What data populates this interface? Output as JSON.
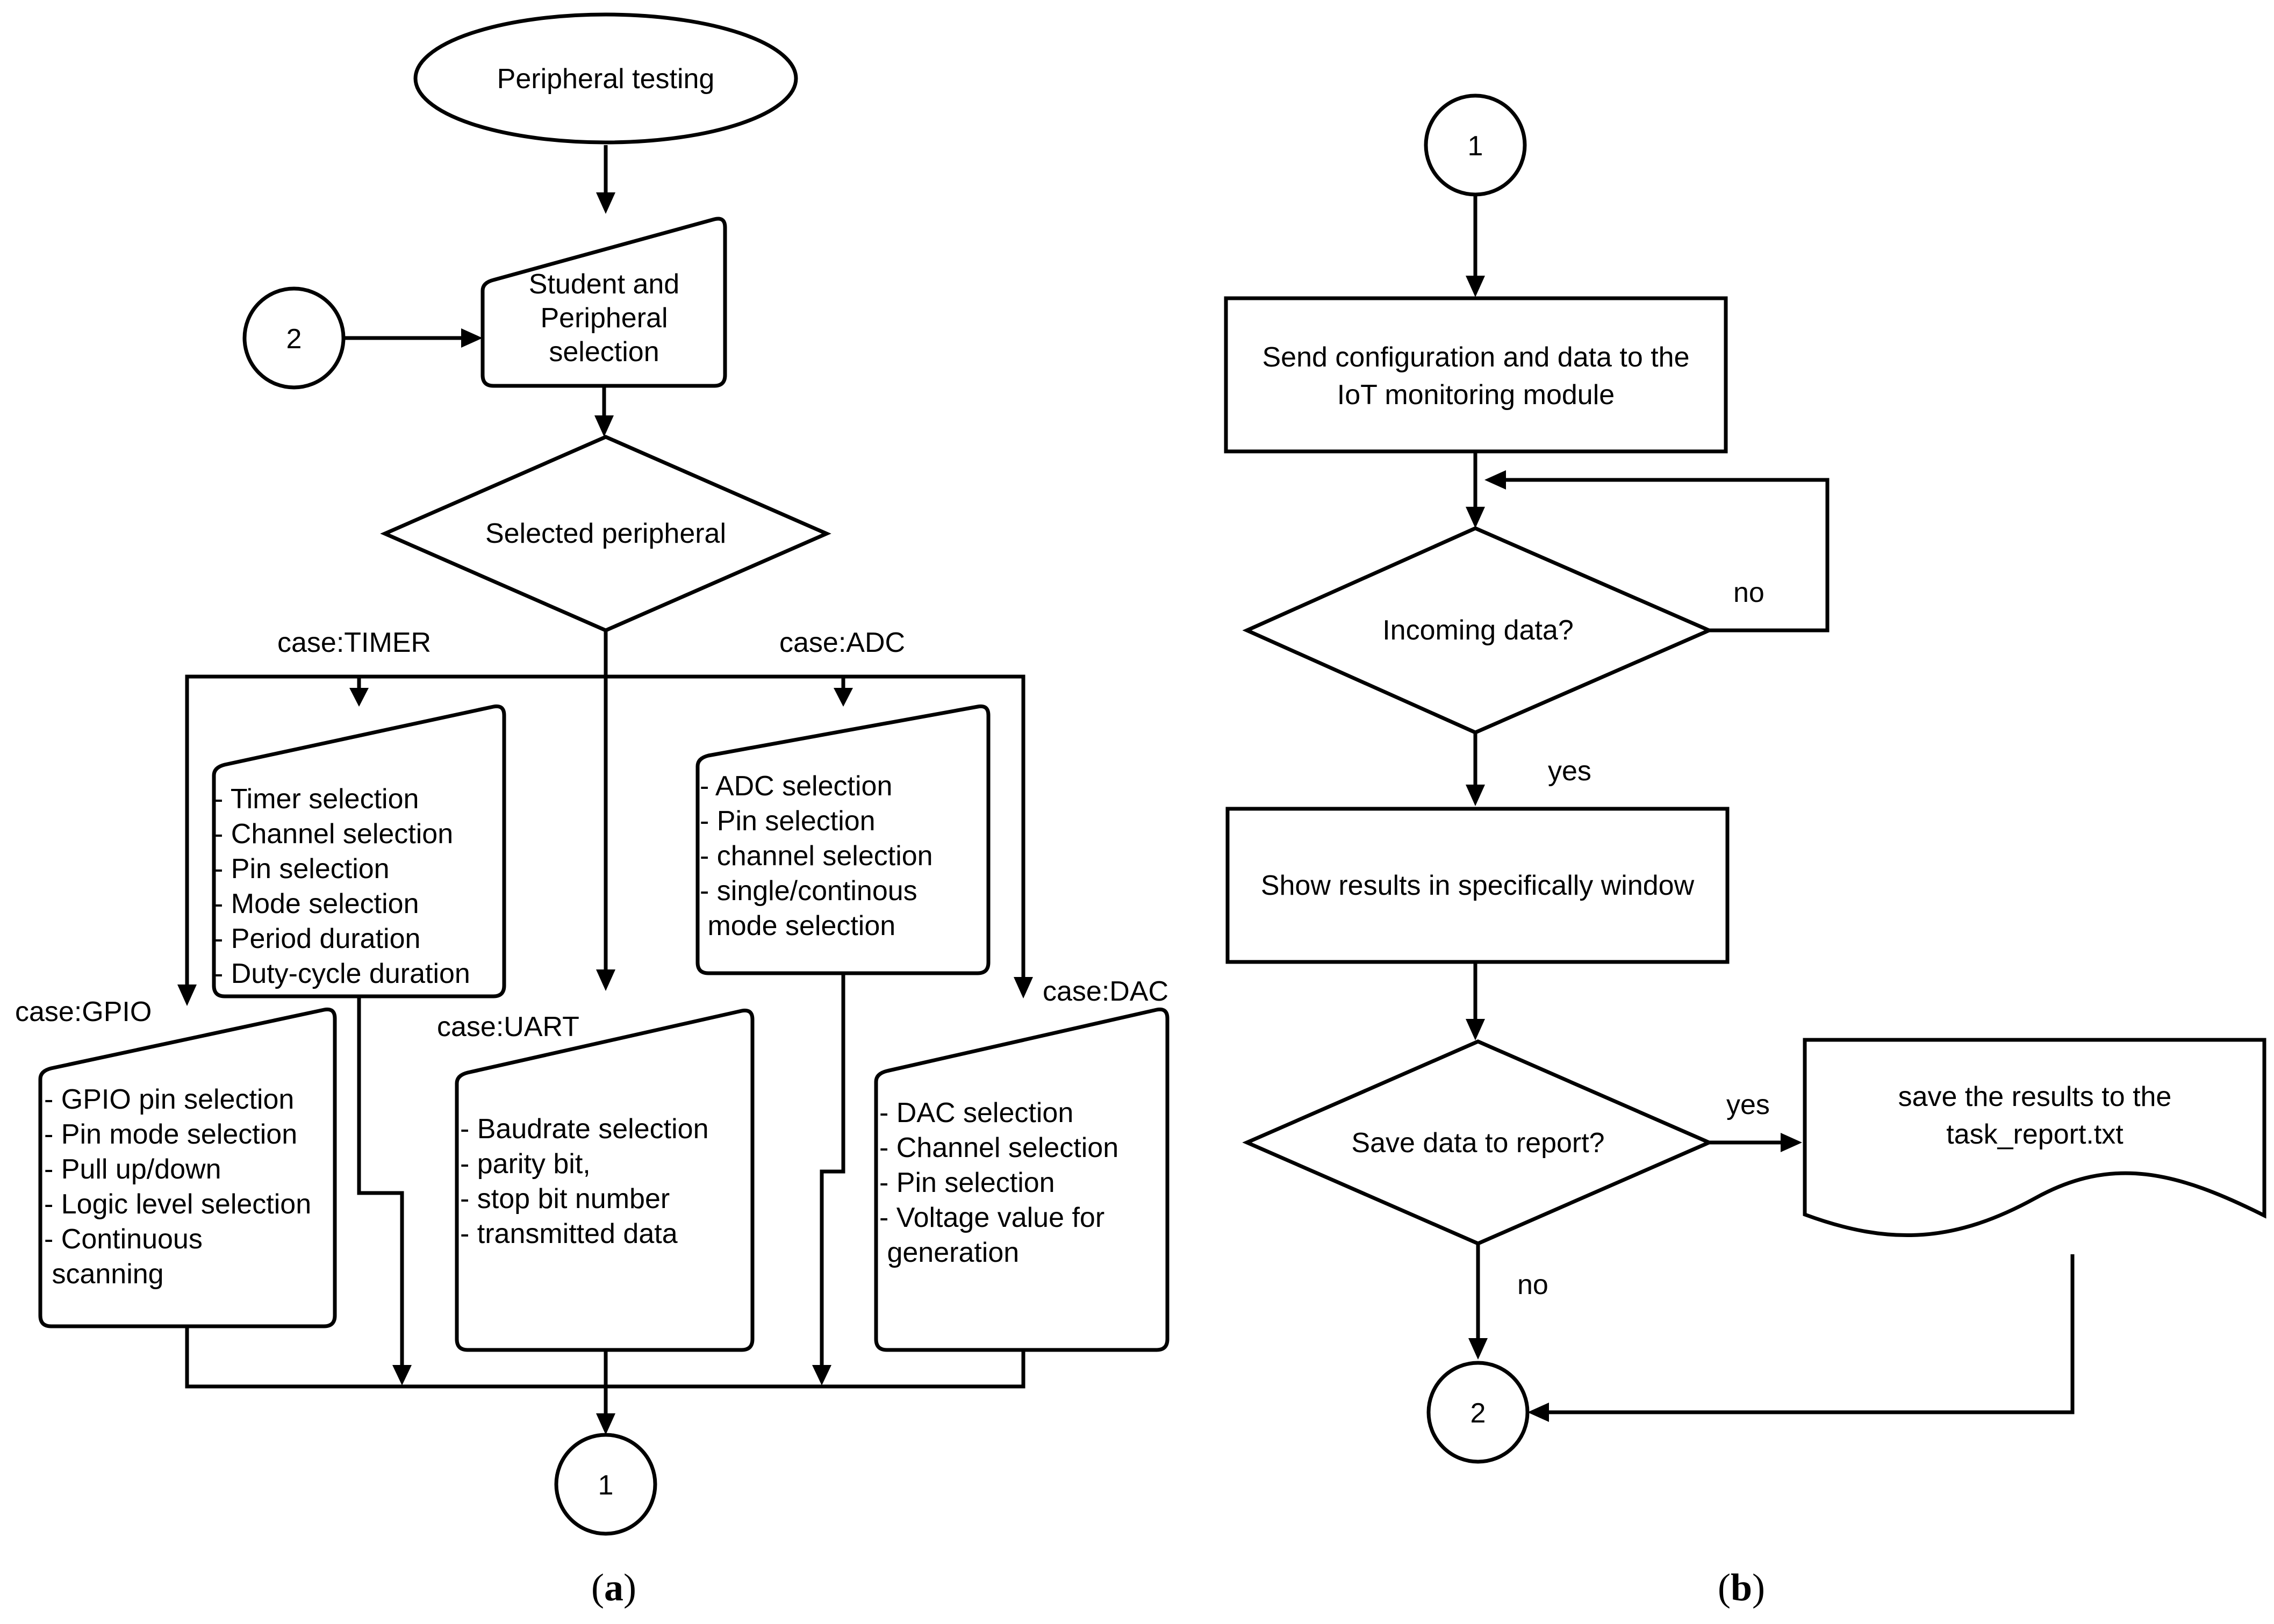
{
  "diagram_a": {
    "start": "Peripheral testing",
    "connector_in": "2",
    "selection": [
      "Student and",
      "Peripheral",
      "selection"
    ],
    "decision": "Selected peripheral",
    "case_timer": "case:TIMER",
    "case_adc": "case:ADC",
    "case_gpio": "case:GPIO",
    "case_uart": "case:UART",
    "case_dac": "case:DAC",
    "timer_items": [
      "- Timer selection",
      "- Channel selection",
      "- Pin selection",
      "- Mode selection",
      "- Period duration",
      "- Duty-cycle duration"
    ],
    "adc_items": [
      "- ADC selection",
      "- Pin selection",
      "- channel selection",
      "- single/continous",
      " mode selection"
    ],
    "gpio_items": [
      "- GPIO pin selection",
      "- Pin mode selection",
      "- Pull up/down",
      "- Logic level selection",
      "- Continuous",
      " scanning"
    ],
    "uart_items": [
      "- Baudrate selection",
      "- parity bit,",
      "- stop bit number",
      "- transmitted data"
    ],
    "dac_items": [
      "- DAC selection",
      "- Channel selection",
      "- Pin selection",
      "- Voltage value for",
      " generation"
    ],
    "connector_out": "1",
    "caption_open": "(",
    "caption_letter": "a",
    "caption_close": ")"
  },
  "diagram_b": {
    "connector_in": "1",
    "send": [
      "Send configuration and data to the",
      "IoT monitoring module"
    ],
    "incoming": "Incoming data?",
    "no_label": "no",
    "yes_label": "yes",
    "show": "Show results in specifically window",
    "save_q": "Save data to report?",
    "save_yes": "yes",
    "save_doc": [
      "save the results to the",
      "task_report.txt"
    ],
    "save_no": "no",
    "connector_out": "2",
    "caption_open": "(",
    "caption_letter": "b",
    "caption_close": ")"
  }
}
